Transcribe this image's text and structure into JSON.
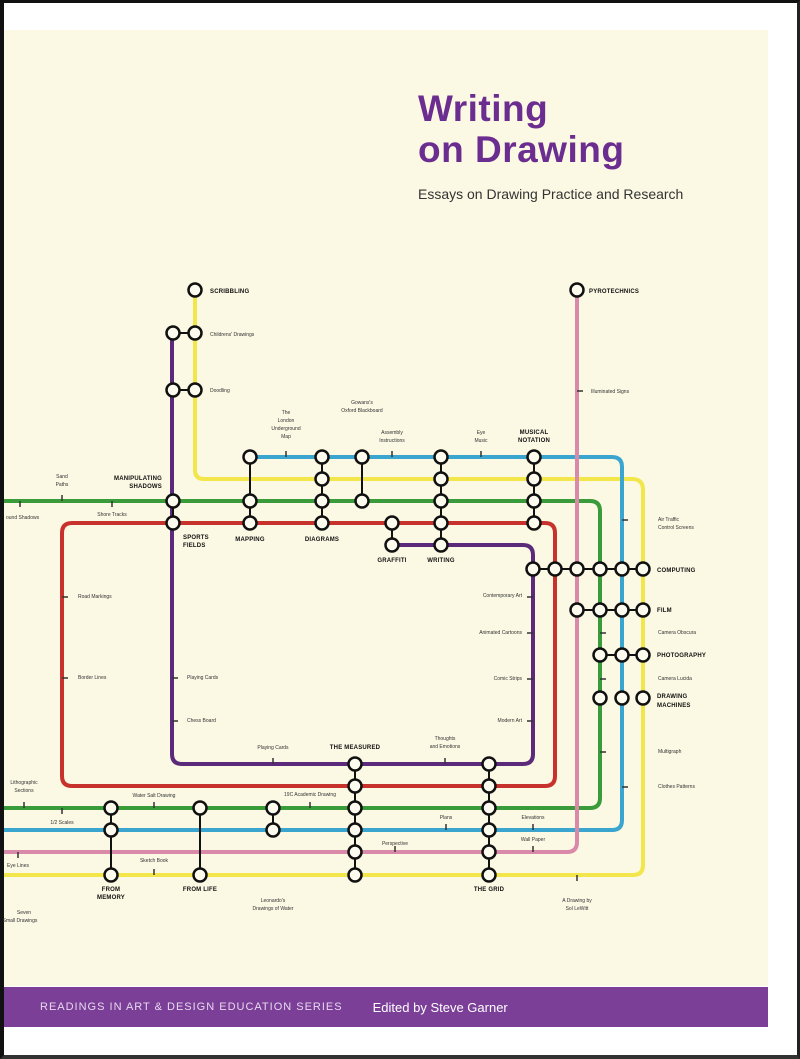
{
  "cover": {
    "title_line1": "Writing",
    "title_line2": "on Drawing",
    "subtitle": "Essays on Drawing Practice and Research",
    "series": "READINGS IN ART & DESIGN EDUCATION SERIES",
    "editor": "Edited by Steve Garner"
  },
  "colors": {
    "background": "#fbf8e3",
    "title": "#6b2d8f",
    "banner": "#7b3f98",
    "line_yellow": "#f2e64a",
    "line_blue": "#3aa6d0",
    "line_green": "#3a9b3a",
    "line_red": "#c8322c",
    "line_purple": "#5b2a7a",
    "line_pink": "#d98aa8"
  },
  "map": {
    "stations": {
      "scribbling": "SCRIBBLING",
      "pyrotechnics": "PYROTECHNICS",
      "manipulating1": "MANIPULATING",
      "manipulating2": "SHADOWS",
      "sports1": "SPORTS",
      "sports2": "FIELDS",
      "mapping": "MAPPING",
      "diagrams": "DIAGRAMS",
      "graffiti": "GRAFFITI",
      "writing": "WRITING",
      "musical1": "MUSICAL",
      "musical2": "NOTATION",
      "computing": "COMPUTING",
      "film": "FILM",
      "photography": "PHOTOGRAPHY",
      "machines1": "DRAWING",
      "machines2": "MACHINES",
      "measured": "THE MEASURED",
      "memory1": "FROM",
      "memory2": "MEMORY",
      "life": "FROM LIFE",
      "grid": "THE GRID"
    },
    "notes": {
      "childrens": "Childrens' Drawings",
      "doodling": "Doodling",
      "london1": "The",
      "london2": "London",
      "london3": "Underground",
      "london4": "Map",
      "gowans1": "Gowans's",
      "gowans2": "Oxford Blackboard",
      "assembly1": "Assembly",
      "assembly2": "Instructions",
      "eye1": "Eye",
      "eye2": "Music",
      "illuminated": "Illuminated Signs",
      "air1": "Air Traffic",
      "air2": "Control Screens",
      "sand1": "Sand",
      "sand2": "Paths",
      "shadows": "ound Shadows",
      "shore": "Shore Tracks",
      "road": "Road Markings",
      "border": "Border Lines",
      "playing1": "Playing Cards",
      "chess": "Chess Board",
      "playing2": "Playing Cards",
      "thoughts1": "Thoughts",
      "thoughts2": "and Emotions",
      "contemporary": "Contemporary Art",
      "animated": "Animated Cartoons",
      "comic": "Comic Strips",
      "modern": "Modern Art",
      "obscura": "Camera Obscura",
      "lucida": "Camera Lucida",
      "multigraph": "Multigraph",
      "clothes": "Clothes Patterns",
      "litho1": "Lithographic",
      "litho2": "Sections",
      "water": "Water Salt Drawing",
      "scale": "1/2 Scales",
      "academic": "19C Academic Drawing",
      "plans": "Plans",
      "perspective": "Perspective",
      "elevations": "Elevations",
      "wallpaper": "Wall Paper",
      "sketch": "Sketch Book",
      "eyelines": "Eye Lines",
      "leonardo1": "Leonardo's",
      "leonardo2": "Drawings of Water",
      "sol1": "A Drawing by",
      "sol2": "Sol LeWitt",
      "seven1": "Seven",
      "seven2": "Small Drawings"
    }
  }
}
